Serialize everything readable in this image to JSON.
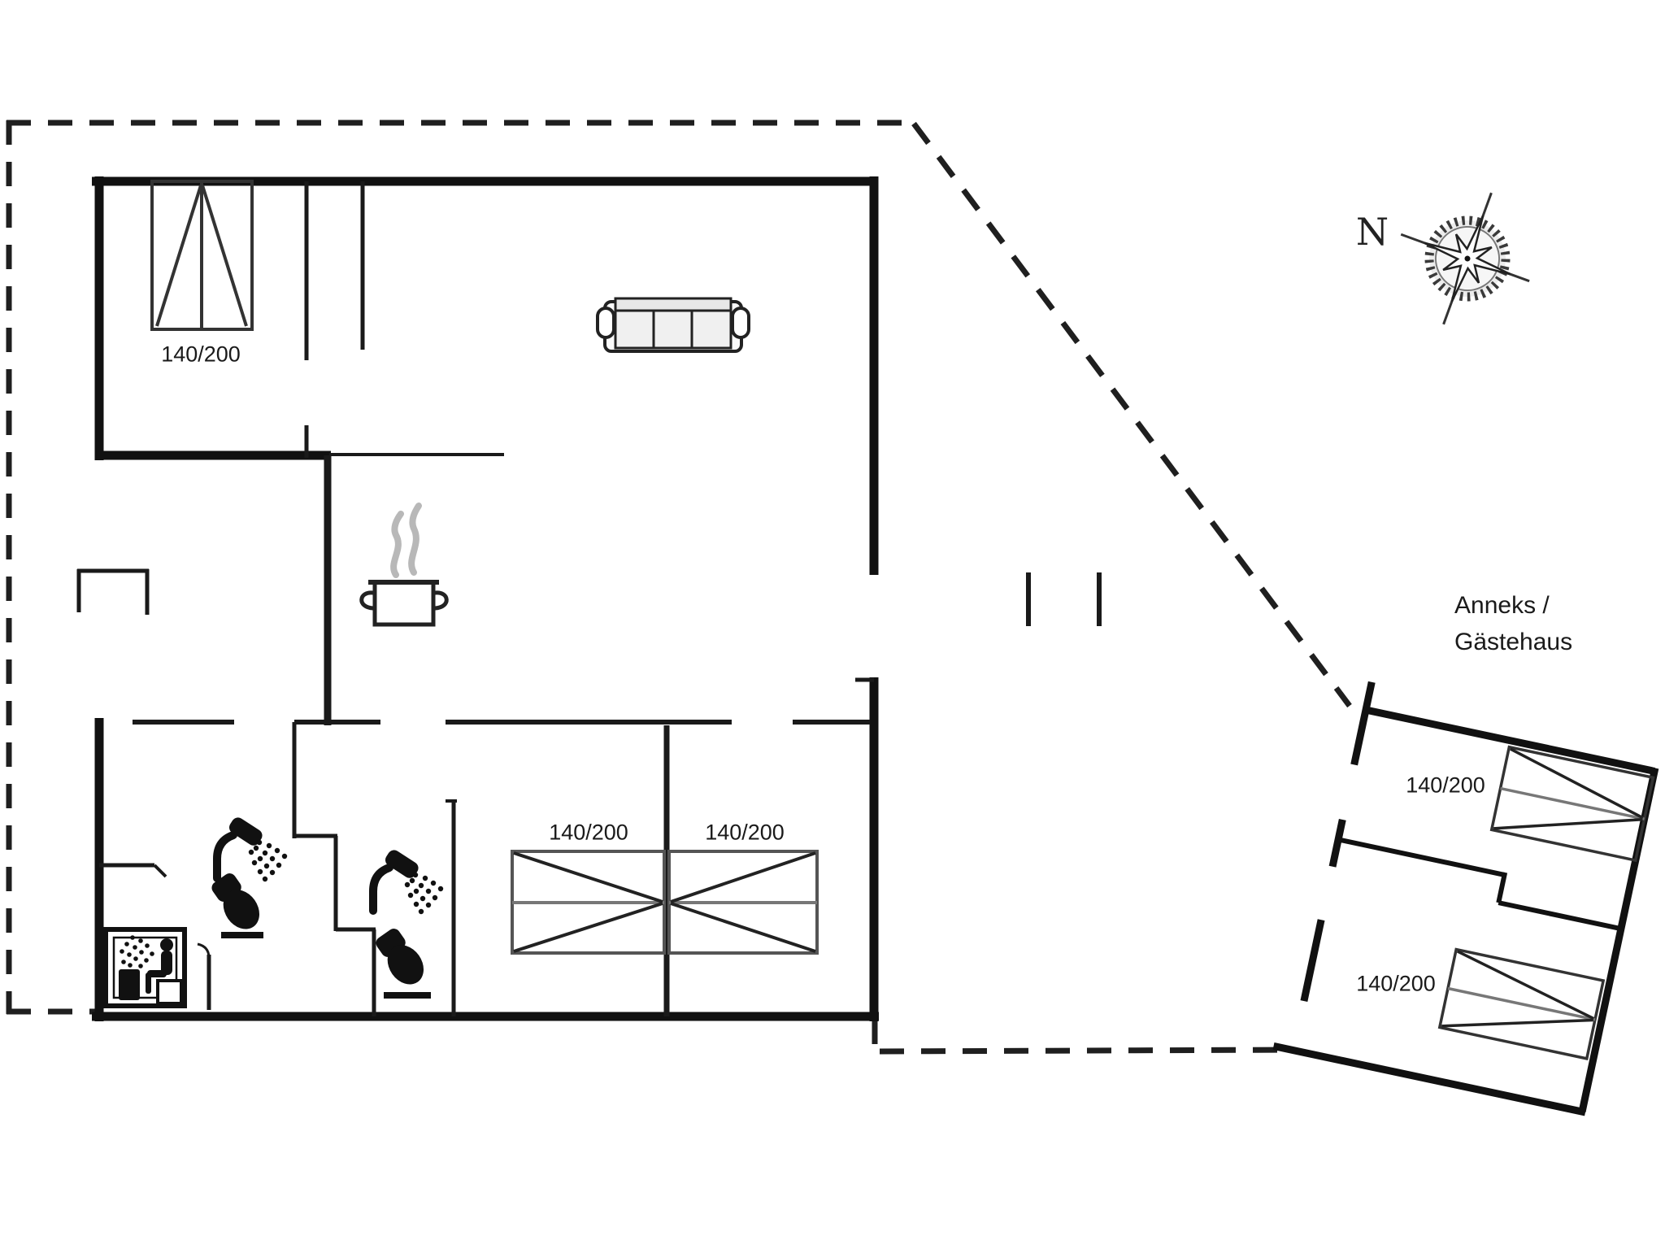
{
  "floorplan": {
    "north_label": "N",
    "annex": {
      "title_line1": "Anneks /",
      "title_line2": "Gästehaus",
      "bed_top_label": "140/200",
      "bed_bottom_label": "140/200"
    },
    "main_house": {
      "master_bed_label": "140/200",
      "bedroom_left_label": "140/200",
      "bedroom_right_label": "140/200"
    },
    "colors": {
      "wall": "#111111",
      "thin_line": "#1a1a1a",
      "bed_line": "#555555",
      "bed_mid_line": "#777777",
      "steam": "#b8b8b8",
      "text": "#1a1a1a",
      "background": "#ffffff"
    }
  }
}
